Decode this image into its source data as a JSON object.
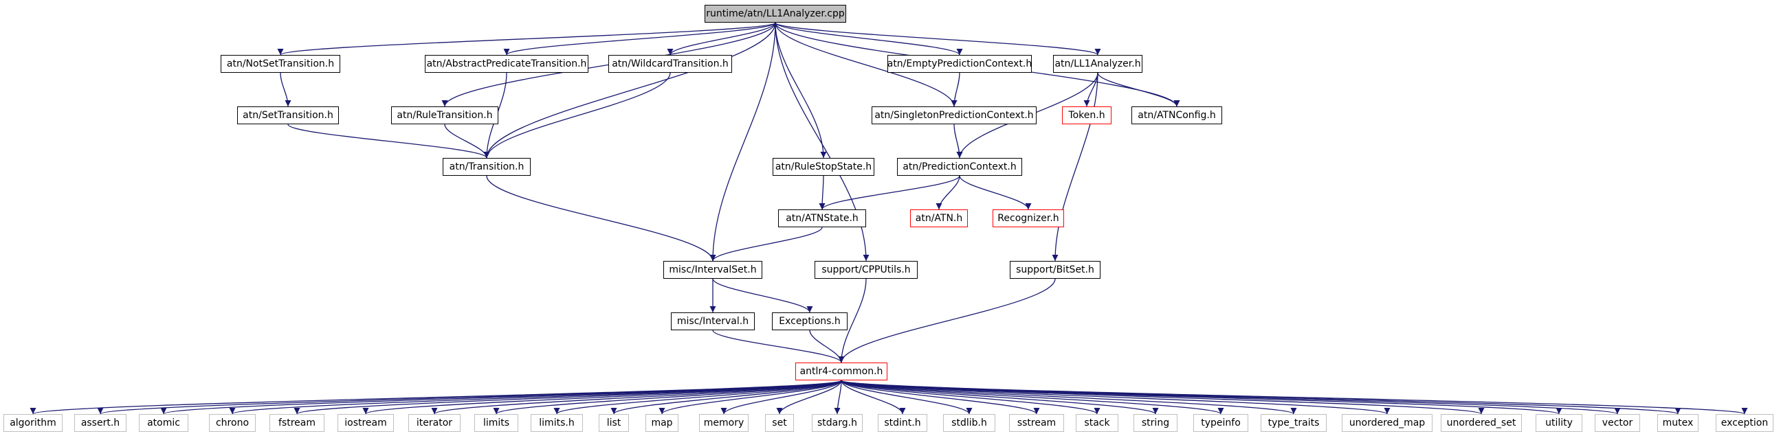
{
  "colors": {
    "edge": "#191970",
    "node_border": "#000000",
    "root_fill": "#bfbfbf",
    "missing_border": "#ff0000",
    "system_border": "#bfbfbf"
  },
  "nodes": [
    {
      "id": "root",
      "label": "runtime/atn/LL1Analyzer.cpp",
      "kind": "root"
    },
    {
      "id": "notset",
      "label": "atn/NotSetTransition.h",
      "kind": "normal"
    },
    {
      "id": "abspred",
      "label": "atn/AbstractPredicateTransition.h",
      "kind": "normal"
    },
    {
      "id": "wildcard",
      "label": "atn/WildcardTransition.h",
      "kind": "normal"
    },
    {
      "id": "emptypc",
      "label": "atn/EmptyPredictionContext.h",
      "kind": "normal"
    },
    {
      "id": "ll1h",
      "label": "atn/LL1Analyzer.h",
      "kind": "normal"
    },
    {
      "id": "settr",
      "label": "atn/SetTransition.h",
      "kind": "normal"
    },
    {
      "id": "ruletr",
      "label": "atn/RuleTransition.h",
      "kind": "normal"
    },
    {
      "id": "singleton",
      "label": "atn/SingletonPredictionContext.h",
      "kind": "normal"
    },
    {
      "id": "token",
      "label": "Token.h",
      "kind": "missing"
    },
    {
      "id": "atnconfig",
      "label": "atn/ATNConfig.h",
      "kind": "normal"
    },
    {
      "id": "transition",
      "label": "atn/Transition.h",
      "kind": "normal"
    },
    {
      "id": "rulestop",
      "label": "atn/RuleStopState.h",
      "kind": "normal"
    },
    {
      "id": "predctx",
      "label": "atn/PredictionContext.h",
      "kind": "normal"
    },
    {
      "id": "atnstate",
      "label": "atn/ATNState.h",
      "kind": "normal"
    },
    {
      "id": "atn",
      "label": "atn/ATN.h",
      "kind": "missing"
    },
    {
      "id": "recognizer",
      "label": "Recognizer.h",
      "kind": "missing"
    },
    {
      "id": "intervalset",
      "label": "misc/IntervalSet.h",
      "kind": "normal"
    },
    {
      "id": "cpputils",
      "label": "support/CPPUtils.h",
      "kind": "normal"
    },
    {
      "id": "bitset",
      "label": "support/BitSet.h",
      "kind": "normal"
    },
    {
      "id": "interval",
      "label": "misc/Interval.h",
      "kind": "normal"
    },
    {
      "id": "exceptions",
      "label": "Exceptions.h",
      "kind": "normal"
    },
    {
      "id": "common",
      "label": "antlr4-common.h",
      "kind": "missing"
    },
    {
      "id": "s_algorithm",
      "label": "algorithm",
      "kind": "system"
    },
    {
      "id": "s_assert",
      "label": "assert.h",
      "kind": "system"
    },
    {
      "id": "s_atomic",
      "label": "atomic",
      "kind": "system"
    },
    {
      "id": "s_chrono",
      "label": "chrono",
      "kind": "system"
    },
    {
      "id": "s_fstream",
      "label": "fstream",
      "kind": "system"
    },
    {
      "id": "s_iostream",
      "label": "iostream",
      "kind": "system"
    },
    {
      "id": "s_iterator",
      "label": "iterator",
      "kind": "system"
    },
    {
      "id": "s_limits",
      "label": "limits",
      "kind": "system"
    },
    {
      "id": "s_limitsh",
      "label": "limits.h",
      "kind": "system"
    },
    {
      "id": "s_list",
      "label": "list",
      "kind": "system"
    },
    {
      "id": "s_map",
      "label": "map",
      "kind": "system"
    },
    {
      "id": "s_memory",
      "label": "memory",
      "kind": "system"
    },
    {
      "id": "s_set",
      "label": "set",
      "kind": "system"
    },
    {
      "id": "s_stdarg",
      "label": "stdarg.h",
      "kind": "system"
    },
    {
      "id": "s_stdint",
      "label": "stdint.h",
      "kind": "system"
    },
    {
      "id": "s_stdlib",
      "label": "stdlib.h",
      "kind": "system"
    },
    {
      "id": "s_sstream",
      "label": "sstream",
      "kind": "system"
    },
    {
      "id": "s_stack",
      "label": "stack",
      "kind": "system"
    },
    {
      "id": "s_string",
      "label": "string",
      "kind": "system"
    },
    {
      "id": "s_typeinfo",
      "label": "typeinfo",
      "kind": "system"
    },
    {
      "id": "s_typetraits",
      "label": "type_traits",
      "kind": "system"
    },
    {
      "id": "s_umap",
      "label": "unordered_map",
      "kind": "system"
    },
    {
      "id": "s_uset",
      "label": "unordered_set",
      "kind": "system"
    },
    {
      "id": "s_utility",
      "label": "utility",
      "kind": "system"
    },
    {
      "id": "s_vector",
      "label": "vector",
      "kind": "system"
    },
    {
      "id": "s_mutex",
      "label": "mutex",
      "kind": "system"
    },
    {
      "id": "s_exception",
      "label": "exception",
      "kind": "system"
    }
  ],
  "edges": [
    [
      "root",
      "notset"
    ],
    [
      "root",
      "abspred"
    ],
    [
      "root",
      "wildcard"
    ],
    [
      "root",
      "emptypc"
    ],
    [
      "root",
      "ll1h"
    ],
    [
      "root",
      "ruletr"
    ],
    [
      "root",
      "transition"
    ],
    [
      "root",
      "singleton"
    ],
    [
      "root",
      "atnconfig"
    ],
    [
      "root",
      "rulestop"
    ],
    [
      "root",
      "intervalset"
    ],
    [
      "root",
      "cpputils"
    ],
    [
      "notset",
      "settr"
    ],
    [
      "settr",
      "transition"
    ],
    [
      "ruletr",
      "transition"
    ],
    [
      "abspred",
      "transition"
    ],
    [
      "wildcard",
      "transition"
    ],
    [
      "transition",
      "intervalset"
    ],
    [
      "emptypc",
      "singleton"
    ],
    [
      "singleton",
      "predctx"
    ],
    [
      "ll1h",
      "token"
    ],
    [
      "ll1h",
      "atnconfig"
    ],
    [
      "ll1h",
      "predctx"
    ],
    [
      "ll1h",
      "bitset"
    ],
    [
      "predctx",
      "atnstate"
    ],
    [
      "predctx",
      "atn"
    ],
    [
      "predctx",
      "recognizer"
    ],
    [
      "rulestop",
      "atnstate"
    ],
    [
      "atnstate",
      "intervalset"
    ],
    [
      "intervalset",
      "interval"
    ],
    [
      "intervalset",
      "exceptions"
    ],
    [
      "interval",
      "common"
    ],
    [
      "exceptions",
      "common"
    ],
    [
      "cpputils",
      "common"
    ],
    [
      "bitset",
      "common"
    ],
    [
      "common",
      "s_algorithm"
    ],
    [
      "common",
      "s_assert"
    ],
    [
      "common",
      "s_atomic"
    ],
    [
      "common",
      "s_chrono"
    ],
    [
      "common",
      "s_fstream"
    ],
    [
      "common",
      "s_iostream"
    ],
    [
      "common",
      "s_iterator"
    ],
    [
      "common",
      "s_limits"
    ],
    [
      "common",
      "s_limitsh"
    ],
    [
      "common",
      "s_list"
    ],
    [
      "common",
      "s_map"
    ],
    [
      "common",
      "s_memory"
    ],
    [
      "common",
      "s_set"
    ],
    [
      "common",
      "s_stdarg"
    ],
    [
      "common",
      "s_stdint"
    ],
    [
      "common",
      "s_stdlib"
    ],
    [
      "common",
      "s_sstream"
    ],
    [
      "common",
      "s_stack"
    ],
    [
      "common",
      "s_string"
    ],
    [
      "common",
      "s_typeinfo"
    ],
    [
      "common",
      "s_typetraits"
    ],
    [
      "common",
      "s_umap"
    ],
    [
      "common",
      "s_uset"
    ],
    [
      "common",
      "s_utility"
    ],
    [
      "common",
      "s_vector"
    ],
    [
      "common",
      "s_mutex"
    ],
    [
      "common",
      "s_exception"
    ]
  ]
}
